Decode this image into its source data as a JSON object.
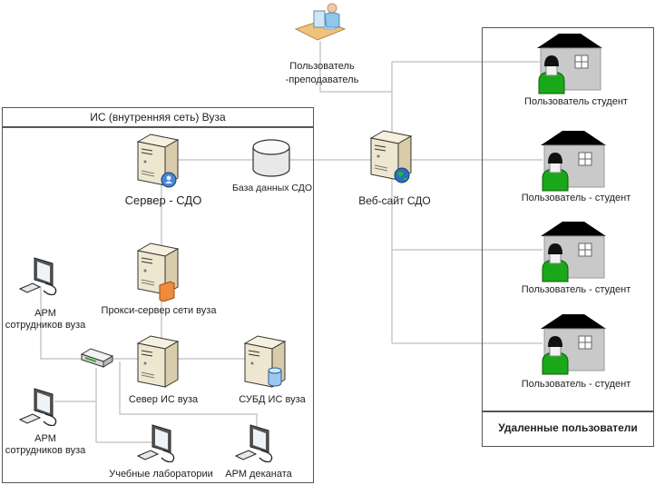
{
  "diagram": {
    "teacher": {
      "label_line1": "Пользователь",
      "label_line2": "-преподаватель",
      "icon": "teacher-workstation-icon"
    },
    "web_site": {
      "label": "Веб-сайт СДО",
      "icon": "web-server-icon"
    },
    "internal_network": {
      "title": "ИС (внутренняя сеть) Вуза",
      "nodes": {
        "sdo_server": {
          "label": "Сервер - СДО",
          "icon": "server-icon"
        },
        "sdo_database": {
          "label": "База данных СДО",
          "icon": "database-icon"
        },
        "proxy_server": {
          "label": "Прокси-сервер сети вуза",
          "icon": "proxy-server-icon"
        },
        "is_server": {
          "label": "Север ИС вуза",
          "icon": "server-icon"
        },
        "dbms_server": {
          "label": "СУБД ИС вуза",
          "icon": "database-server-icon"
        },
        "switch": {
          "label": "",
          "icon": "network-switch-icon"
        },
        "staff_ws_1": {
          "label_line1": "АРМ",
          "label_line2": "сотрудников вуза",
          "icon": "workstation-icon"
        },
        "staff_ws_2": {
          "label_line1": "АРМ",
          "label_line2": "сотрудников вуза",
          "icon": "workstation-icon"
        },
        "labs": {
          "label": "Учебные лаборатории",
          "icon": "workstation-icon"
        },
        "dean_ws": {
          "label": "АРМ деканата",
          "icon": "workstation-icon"
        }
      }
    },
    "remote_users": {
      "title": "Удаленные пользователи",
      "students": [
        {
          "label": "Пользователь студент"
        },
        {
          "label": "Пользователь - студент"
        },
        {
          "label": "Пользователь - студент"
        },
        {
          "label": "Пользователь - студент"
        }
      ]
    },
    "colors": {
      "line": "#c8c8c8",
      "box_border": "#555555",
      "server_body": "#efe6cf",
      "house_wall": "#c9c9c9",
      "roof": "#000000",
      "student_shirt": "#1aa81a",
      "proxy_accent": "#f08a3c",
      "globe": "#2b6cc4"
    }
  }
}
